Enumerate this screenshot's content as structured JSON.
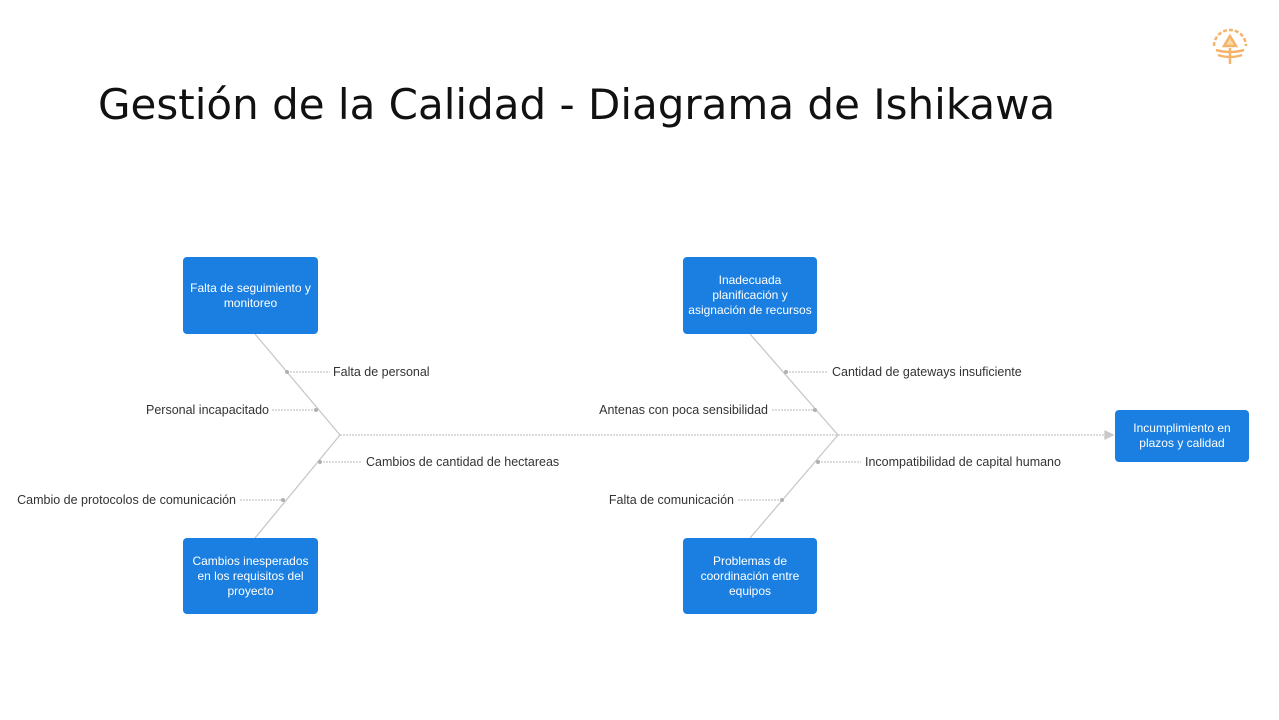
{
  "slide": {
    "title": "Gestión de la Calidad - Diagrama de Ishikawa",
    "logo_icon": "sun-plant-logo-icon"
  },
  "diagram": {
    "effect": "Incumplimiento en plazos y calidad",
    "categories": [
      {
        "label": "Falta de seguimiento y monitoreo",
        "causes": [
          "Falta de personal",
          "Personal incapacitado"
        ]
      },
      {
        "label": "Cambios inesperados en los requisitos del proyecto",
        "causes": [
          "Cambios de cantidad de hectareas",
          "Cambio de protocolos de comunicación"
        ]
      },
      {
        "label": "Inadecuada planificación y asignación de recursos",
        "causes": [
          "Cantidad de gateways insuficiente",
          "Antenas con poca sensibilidad"
        ]
      },
      {
        "label": "Problemas de coordinación entre equipos",
        "causes": [
          "Incompatibilidad de capital humano",
          "Falta de comunicación"
        ]
      }
    ],
    "colors": {
      "box": "#1a7fe0",
      "line": "#c8c8c8",
      "logo": "#f5b36a"
    }
  }
}
